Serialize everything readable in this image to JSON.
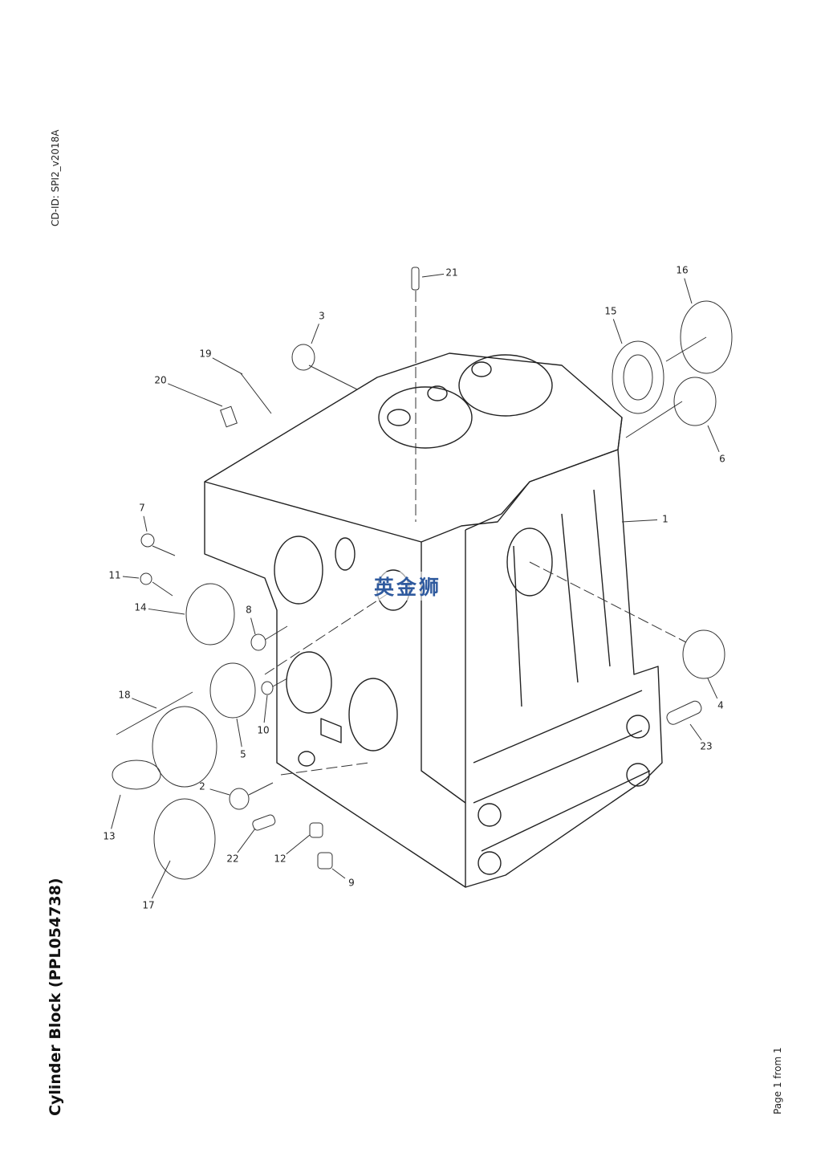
{
  "document": {
    "cd_id": "CD-ID: SPI2_v2018A",
    "title": "Cylinder Block (PPL054738)",
    "page": "Page 1 from 1",
    "watermark": "英金狮",
    "watermark_color": "#2f5a9e"
  },
  "callouts": [
    "1",
    "2",
    "3",
    "4",
    "5",
    "6",
    "7",
    "8",
    "9",
    "10",
    "11",
    "12",
    "13",
    "14",
    "15",
    "16",
    "17",
    "18",
    "19",
    "20",
    "21",
    "22",
    "23"
  ]
}
